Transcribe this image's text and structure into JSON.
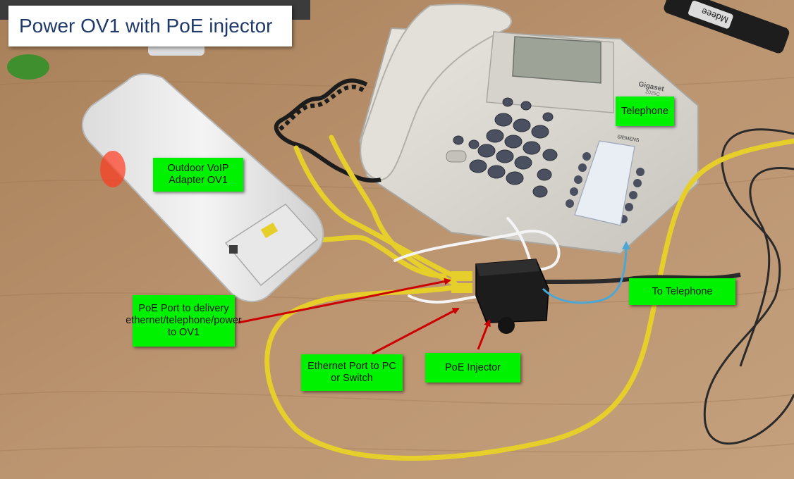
{
  "title": "Power OV1 with PoE injector",
  "labels": {
    "outdoor_adapter": "Outdoor VoIP Adapter OV1",
    "telephone": "Telephone",
    "to_telephone": "To  Telephone",
    "poe_port": "PoE Port to delivery ethernet/telephone/power to OV1",
    "ethernet_port": "Ethernet Port to PC or Switch",
    "poe_injector": "PoE Injector"
  },
  "device_text": {
    "phone_brand": "Gigaset",
    "phone_model": "2025C",
    "phone_maker": "SIEMENS",
    "marker_brand": "Mdeee"
  },
  "colors": {
    "label_bg": "#00f200",
    "arrow": "#cc0000",
    "telephone_arrow": "#4aa7d6",
    "ethernet_cable": "#e6cf2a",
    "title_text": "#1f3a6a"
  }
}
